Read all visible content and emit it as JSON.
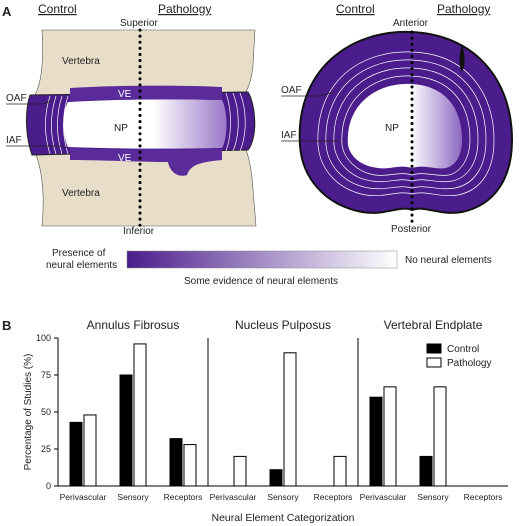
{
  "panels": {
    "a_label": "A",
    "b_label": "B"
  },
  "sagittal": {
    "control_label": "Control",
    "pathology_label": "Pathology",
    "superior": "Superior",
    "inferior": "Inferior",
    "vertebra_top": "Vertebra",
    "vertebra_bottom": "Vertebra",
    "oaf": "OAF",
    "iaf": "IAF",
    "np": "NP",
    "ve_top": "VE",
    "ve_bottom": "VE"
  },
  "axial": {
    "control_label": "Control",
    "pathology_label": "Pathology",
    "anterior": "Anterior",
    "posterior": "Posterior",
    "oaf": "OAF",
    "iaf": "IAF",
    "np": "NP"
  },
  "scale": {
    "left_line1": "Presence of",
    "left_line2": "neural elements",
    "middle": "Some evidence of neural elements",
    "right": "No neural elements"
  },
  "colors": {
    "purple_dark": "#4b1d8c",
    "purple_mid": "#7a4bb5",
    "bone": "#e7ddc8",
    "control_bar": "#000000",
    "pathology_bar": "#ffffff"
  },
  "chart_data": {
    "type": "bar",
    "ylabel": "Percentage of Studies (%)",
    "xlabel": "Neural Element Categorization",
    "ylim": [
      0,
      100
    ],
    "yticks": [
      0,
      25,
      50,
      75,
      100
    ],
    "legend": {
      "position": "top-right",
      "control": "Control",
      "pathology": "Pathology"
    },
    "groups": [
      {
        "title": "Annulus Fibrosus",
        "categories": [
          "Perivascular",
          "Sensory",
          "Receptors"
        ],
        "series": [
          {
            "name": "Control",
            "values": [
              43,
              75,
              32
            ]
          },
          {
            "name": "Pathology",
            "values": [
              48,
              96,
              28
            ]
          }
        ]
      },
      {
        "title": "Nucleus Pulposus",
        "categories": [
          "Perivascular",
          "Sensory",
          "Receptors"
        ],
        "series": [
          {
            "name": "Control",
            "values": [
              0,
              11,
              0
            ]
          },
          {
            "name": "Pathology",
            "values": [
              20,
              90,
              20
            ]
          }
        ]
      },
      {
        "title": "Vertebral Endplate",
        "categories": [
          "Perivascular",
          "Sensory",
          "Receptors"
        ],
        "series": [
          {
            "name": "Control",
            "values": [
              60,
              20,
              0
            ]
          },
          {
            "name": "Pathology",
            "values": [
              67,
              67,
              0
            ]
          }
        ]
      }
    ]
  }
}
